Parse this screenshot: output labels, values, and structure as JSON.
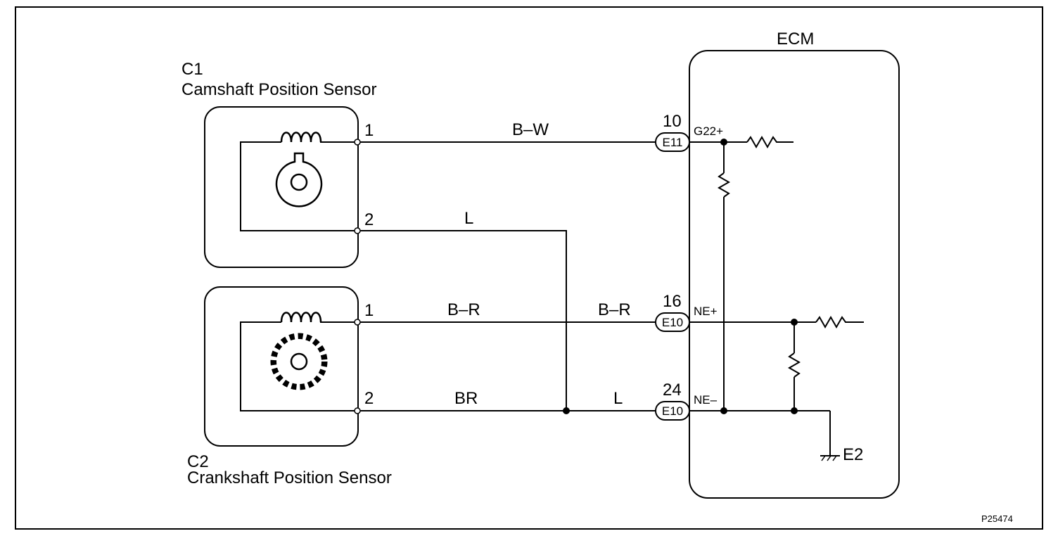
{
  "sensors": {
    "cam": {
      "code": "C1",
      "name": "Camshaft Position Sensor",
      "pin1": "1",
      "pin2": "2"
    },
    "crank": {
      "code": "C2",
      "name": "Crankshaft Position Sensor",
      "pin1": "1",
      "pin2": "2"
    }
  },
  "wires": {
    "cam_pin1": "B–W",
    "cam_pin2": "L",
    "crank_pin1_left": "B–R",
    "crank_pin1_right": "B–R",
    "crank_pin2_left": "BR",
    "crank_pin2_right": "L"
  },
  "ecm": {
    "title": "ECM",
    "terminals": [
      {
        "number": "10",
        "connector": "E11",
        "signal": "G22+"
      },
      {
        "number": "16",
        "connector": "E10",
        "signal": "NE+"
      },
      {
        "number": "24",
        "connector": "E10",
        "signal": "NE–"
      }
    ],
    "ground": "E2"
  },
  "figure_code": "P25474"
}
